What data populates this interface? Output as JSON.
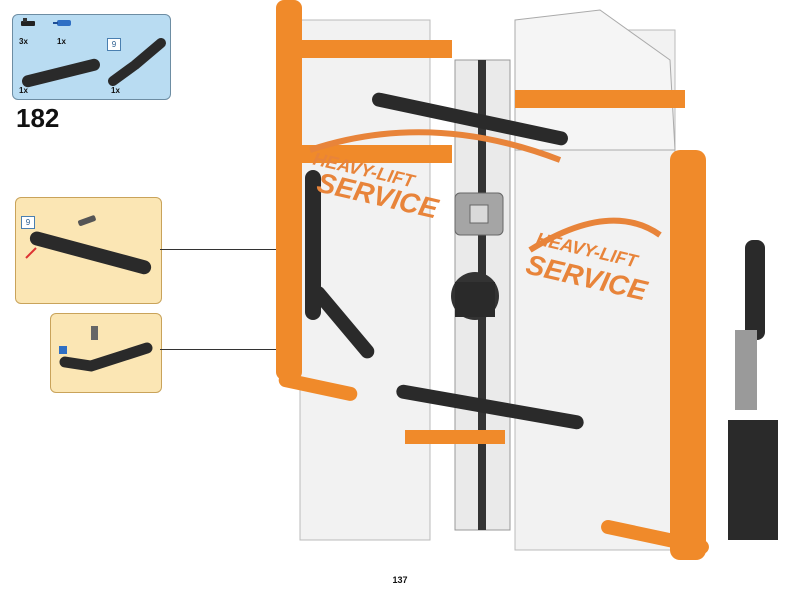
{
  "parts_list": {
    "items": [
      {
        "qty": "3x",
        "part": "black friction pin"
      },
      {
        "qty": "1x",
        "part": "blue axle pin"
      },
      {
        "qty": "1x",
        "part": "black 9-hole beam",
        "length_badge": "9"
      },
      {
        "qty": "1x",
        "part": "black bent beam"
      }
    ]
  },
  "step_number": "182",
  "submodel_callout": {
    "length_badge": "9"
  },
  "model_decal": {
    "line1": "HEAVY-LIFT",
    "line2": "SERVICE"
  },
  "page_number": "137",
  "colors": {
    "parts_box_bg": "#b9dcf2",
    "callout_bg": "#fbe6b4",
    "orange": "#f08a2a",
    "black_beam": "#2a2a2a",
    "white_panel": "#f2f2f2",
    "grey": "#9a9a9a"
  }
}
